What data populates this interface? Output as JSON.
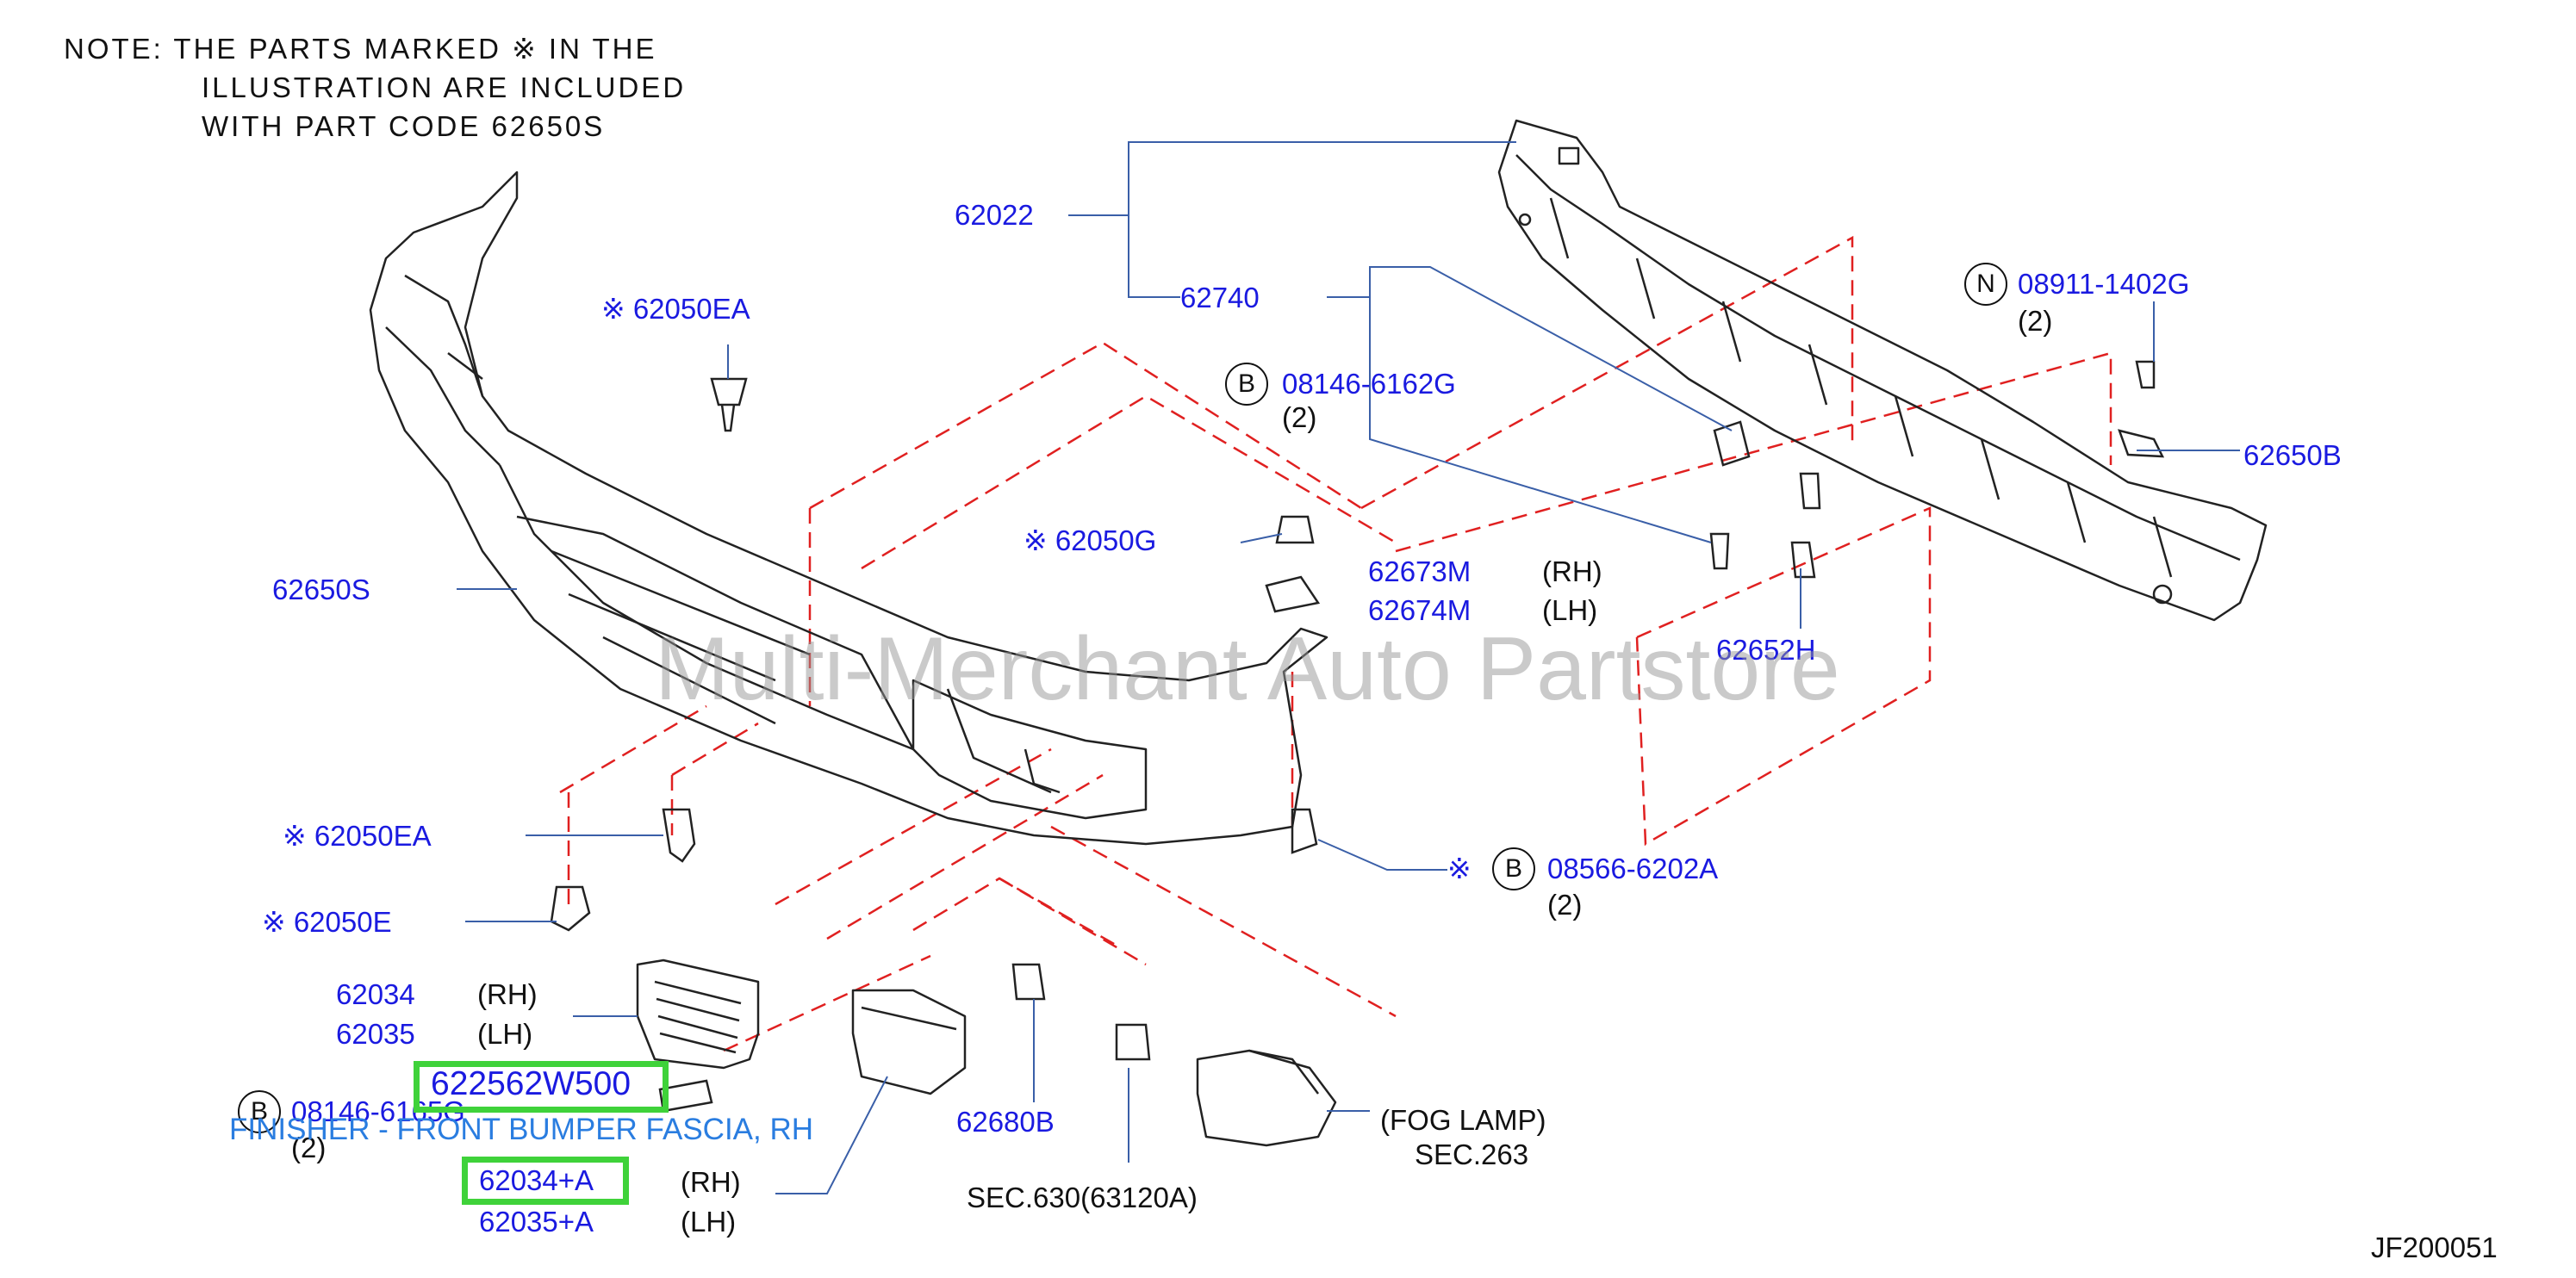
{
  "note": {
    "line1": "NOTE:  THE  PARTS  MARKED  ※   IN  THE",
    "line2": "ILLUSTRATION  ARE  INCLUDED",
    "line3": "WITH  PART  CODE  62650S"
  },
  "callouts": {
    "p62022": "62022",
    "p62740": "62740",
    "p62050EA_top": "※ 62050EA",
    "p62650S": "62650S",
    "p62050G": "※ 62050G",
    "p62673M": "62673M",
    "p62673M_side": "(RH)",
    "p62674M": "62674M",
    "p62674M_side": "(LH)",
    "p62652H": "62652H",
    "p08146_6162G": "08146-6162G",
    "p08146_6162G_qty": "(2)",
    "p08911_1402G": "08911-1402G",
    "p08911_1402G_qty": "(2)",
    "p62650B": "62650B",
    "p62050EA_low": "※ 62050EA",
    "p62050E": "※ 62050E",
    "p08566_6202A": "08566-6202A",
    "p08566_6202A_qty": "(2)",
    "p62034": "62034",
    "p62034_side": "(RH)",
    "p62035": "62035",
    "p62035_side": "(LH)",
    "p08146_6165G": "08146-6165G",
    "p08146_6165G_qty": "(2)",
    "p62034A": "62034+A",
    "p62034A_side": "(RH)",
    "p62035A": "62035+A",
    "p62035A_side": "(LH)",
    "p62680B": "62680B",
    "sec630": "SEC.630(63120A)",
    "fog_lamp": "(FOG  LAMP)",
    "sec263": "SEC.263"
  },
  "badges": {
    "b1": "B",
    "b2": "N",
    "b3": "B",
    "b4": "B",
    "kome": "※"
  },
  "highlight": {
    "part_number": "622562W500",
    "tooltip": "FINISHER - FRONT BUMPER FASCIA, RH"
  },
  "watermark": "Multi-Merchant Auto Partstore",
  "diagram_ref": "JF200051",
  "colors": {
    "callout_blue": "#1a1ae0",
    "leader_blue": "#3a5fa8",
    "dash_red": "#e02020",
    "highlight_green": "#3fd23a",
    "tooltip_blue": "#2a7de0"
  }
}
